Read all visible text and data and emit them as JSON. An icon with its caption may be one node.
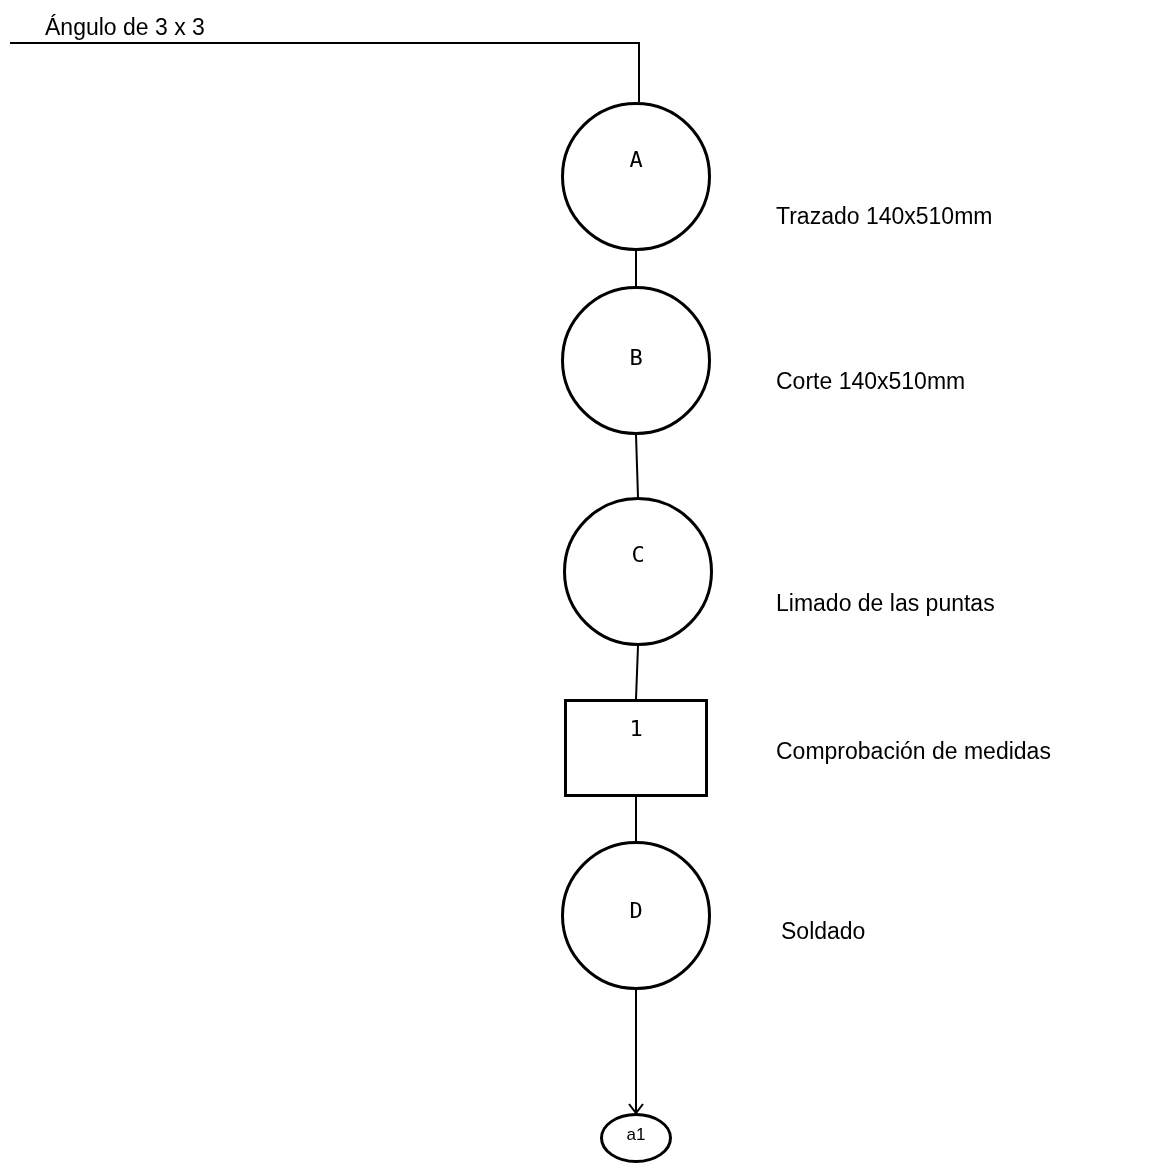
{
  "diagram": {
    "nodes": [
      {
        "text": [
          "Ángulo de 3 x 3"
        ]
      },
      {
        "text": [
          "A"
        ],
        "beside": [
          "Trazado 140x510mm"
        ]
      },
      {
        "text": [
          "B"
        ],
        "beside": [
          "Corte 140x510mm"
        ]
      },
      {
        "text": [
          "C"
        ],
        "beside": [
          "Limado de las puntas"
        ]
      },
      {
        "text": [
          "1"
        ],
        "beside": [
          "Comprobación de medidas"
        ]
      },
      {
        "text": [
          "D"
        ],
        "beside": [
          "Soldado"
        ]
      },
      {
        "text": [
          "a1"
        ]
      }
    ],
    "edges": [
      {
        "from": 0,
        "to": 1,
        "arrow": "none"
      },
      {
        "from": 1,
        "to": 2,
        "arrow": "none"
      },
      {
        "from": 2,
        "to": 3,
        "arrow": "none"
      },
      {
        "from": 3,
        "to": 4,
        "arrow": "none"
      },
      {
        "from": 4,
        "to": 5,
        "arrow": "none"
      },
      {
        "from": 5,
        "to": 6,
        "arrow": "to"
      }
    ]
  }
}
